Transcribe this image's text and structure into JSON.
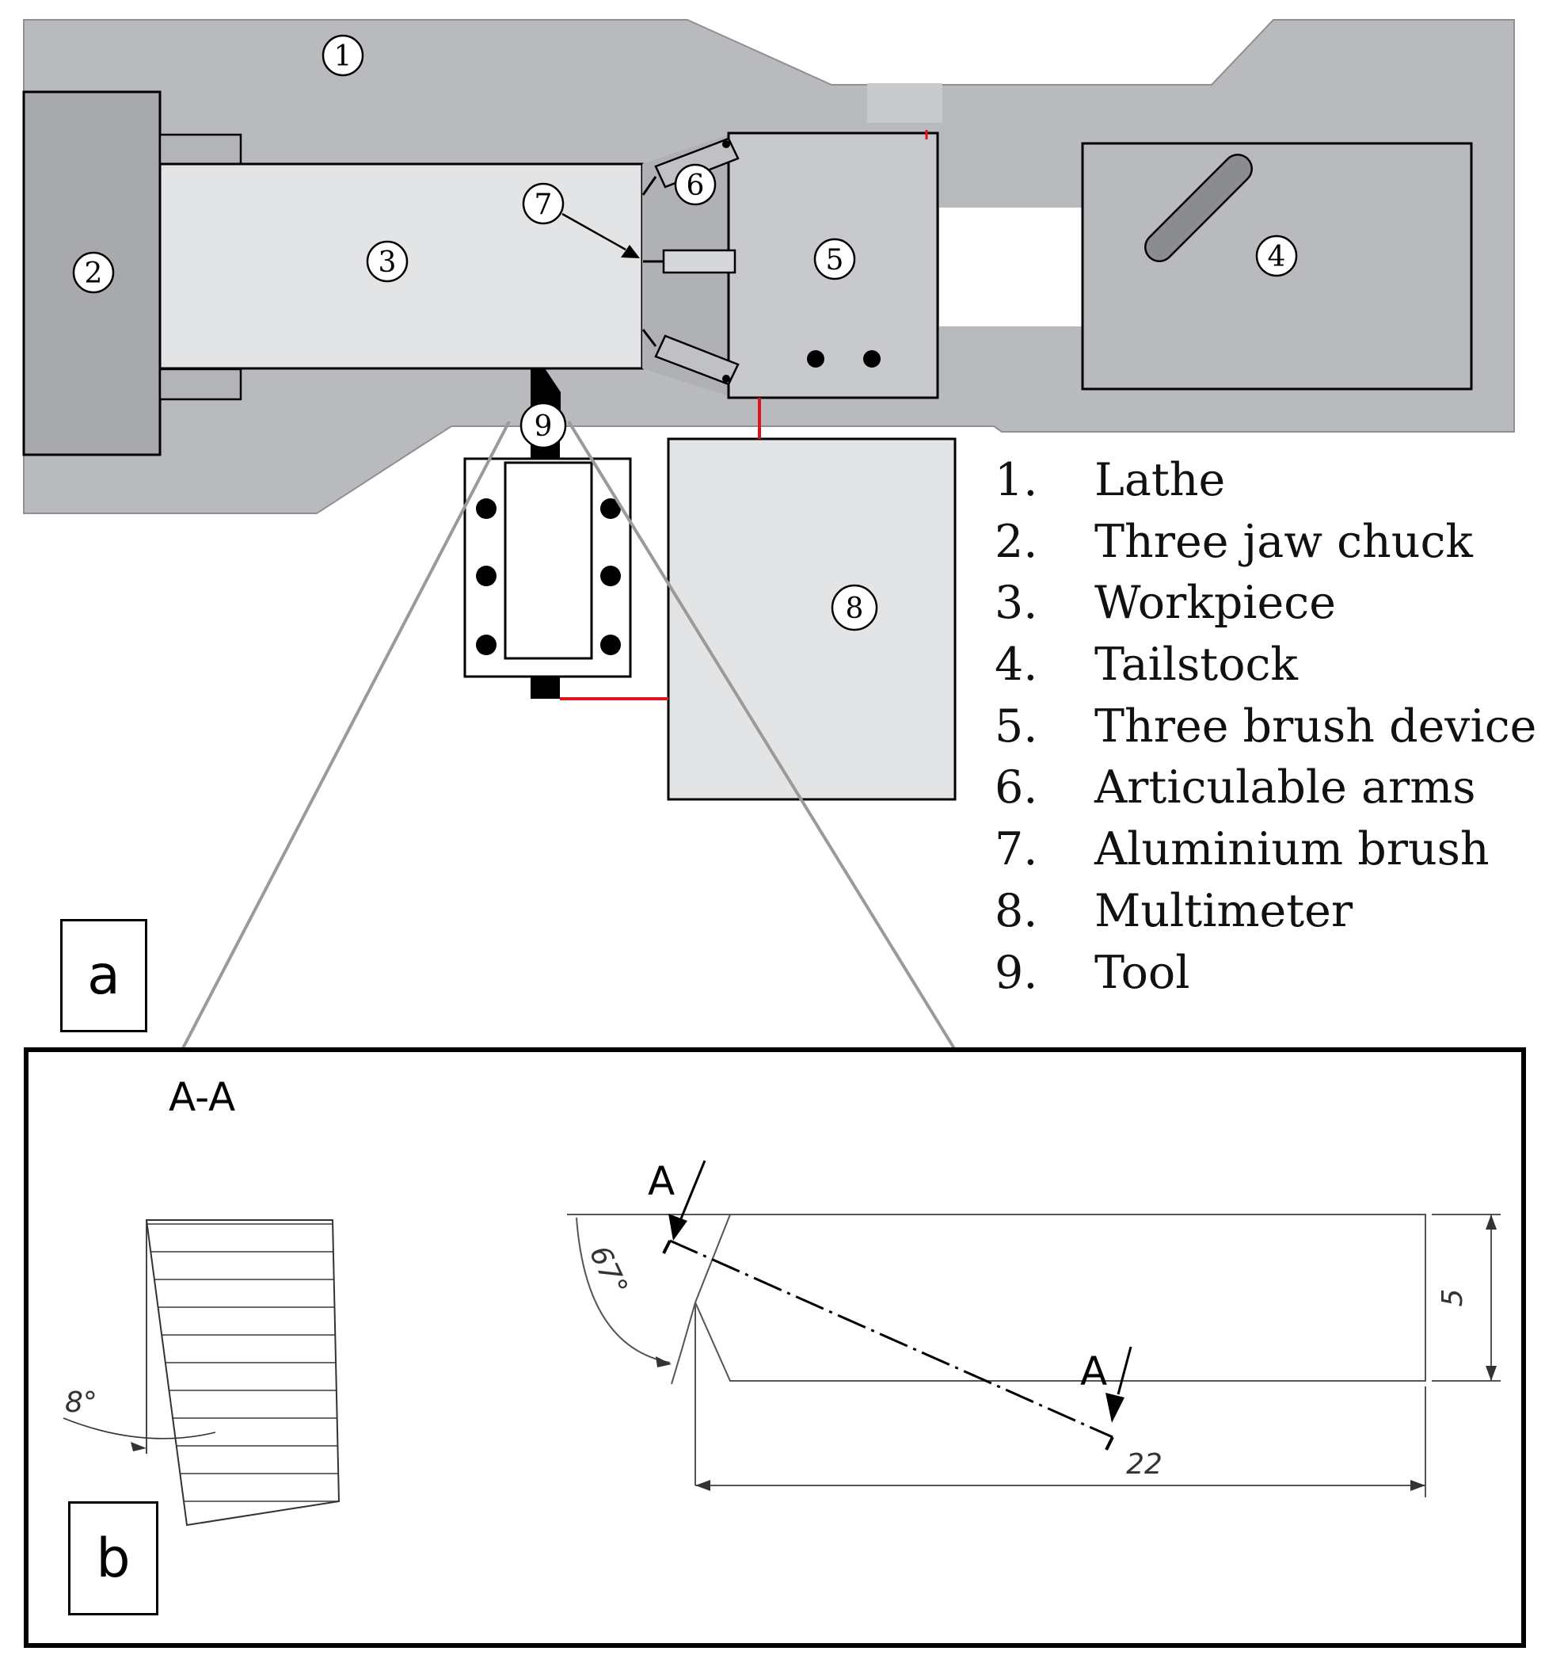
{
  "legend": [
    {
      "num": "1.",
      "label": "Lathe"
    },
    {
      "num": "2.",
      "label": "Three jaw chuck"
    },
    {
      "num": "3.",
      "label": "Workpiece"
    },
    {
      "num": "4.",
      "label": "Tailstock"
    },
    {
      "num": "5.",
      "label": "Three brush device"
    },
    {
      "num": "6.",
      "label": "Articulable arms"
    },
    {
      "num": "7.",
      "label": "Aluminium brush"
    },
    {
      "num": "8.",
      "label": "Multimeter"
    },
    {
      "num": "9.",
      "label": "Tool"
    }
  ],
  "callouts": [
    "1",
    "2",
    "3",
    "4",
    "5",
    "6",
    "7",
    "8",
    "9"
  ],
  "panels": {
    "a": "a",
    "b": "b"
  },
  "section": {
    "title": "A-A",
    "marker_top": "A",
    "marker_bottom": "A",
    "angle_rake": "8°",
    "angle_tool": "67°",
    "dim_height": "5",
    "dim_length": "22"
  },
  "colors": {
    "lathe": "#b9babe",
    "component": "#c8c9cc",
    "workpiece": "#e3e4e6",
    "wire": "#e0141e",
    "line": "#000000"
  }
}
